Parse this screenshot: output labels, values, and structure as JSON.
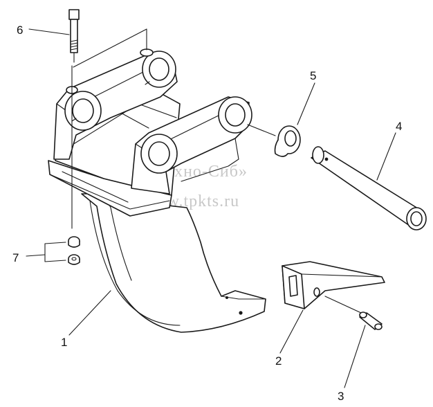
{
  "labels": {
    "l1": "1",
    "l2": "2",
    "l3": "3",
    "l4": "4",
    "l5": "5",
    "l6": "6",
    "l7": "7"
  },
  "watermark": {
    "line1": "ТПК «Техно-Сиб»",
    "line2": "www.tpkts.ru"
  }
}
